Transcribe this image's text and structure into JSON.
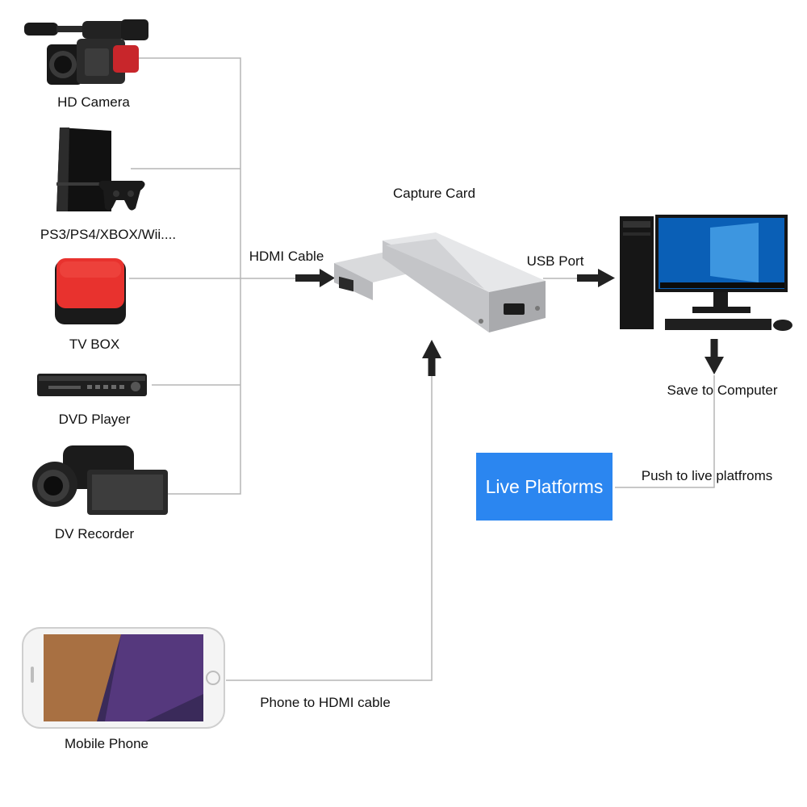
{
  "devices": {
    "hd_camera": "HD Camera",
    "consoles": "PS3/PS4/XBOX/Wii....",
    "tv_box": "TV BOX",
    "dvd_player": "DVD Player",
    "dv_recorder": "DV Recorder",
    "mobile_phone": "Mobile Phone"
  },
  "capture_card": "Capture Card",
  "connections": {
    "hdmi_cable": "HDMI Cable",
    "usb_port": "USB Port",
    "save_to_computer": "Save to Computer",
    "push_live": "Push to live platfroms",
    "phone_to_hdmi": "Phone to HDMI cable"
  },
  "live_platforms": {
    "label": "Live Platforms",
    "color": "#2b86f0"
  },
  "icons": [
    "hd-camera-icon",
    "game-console-icon",
    "tv-box-icon",
    "dvd-player-icon",
    "dv-recorder-icon",
    "capture-card-icon",
    "desktop-computer-icon",
    "mobile-phone-icon"
  ]
}
